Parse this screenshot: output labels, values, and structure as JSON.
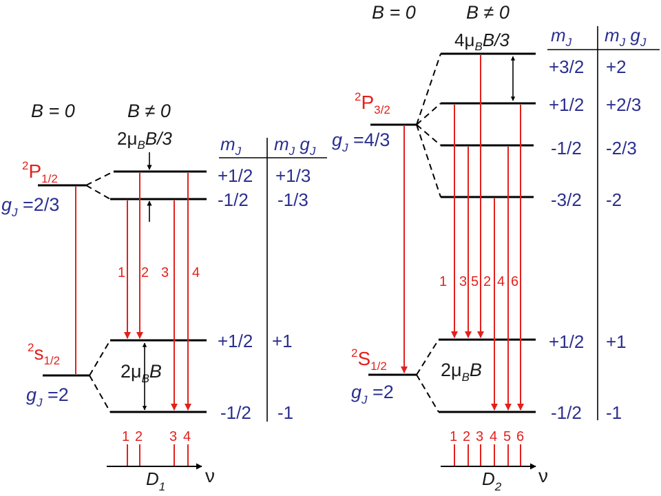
{
  "colors": {
    "transition": "#e3201b",
    "quantum_labels": "#2b2f8f",
    "levels": "#000000"
  },
  "left": {
    "b0": "B = 0",
    "bne": "B ≠ 0",
    "split_upper": {
      "pre": "2μ",
      "sub": "B",
      "post": "B/3"
    },
    "upper_state": {
      "sup": "2",
      "main": "P",
      "sub": "1/2"
    },
    "upper_g": {
      "g": "g",
      "sub": "J",
      "val": " =2/3"
    },
    "lower_state": {
      "sup": "2",
      "main": "s",
      "sub": "1/2"
    },
    "lower_g": {
      "g": "g",
      "sub": "J",
      "val": " =2"
    },
    "split_lower": {
      "pre": "2μ",
      "sub": "B",
      "post": "B"
    },
    "col_mj": {
      "m": "m",
      "sub": "J"
    },
    "col_mjgj": {
      "m": "m",
      "sub1": "J",
      "g": " g",
      "sub2": "J"
    },
    "mj": [
      "+1/2",
      "-1/2",
      "+1/2",
      "-1/2"
    ],
    "mjgj": [
      "+1/3",
      "-1/3",
      "+1",
      "-1"
    ],
    "transition_labels": [
      "1",
      "2",
      "3",
      "4"
    ],
    "spectrum_labels": [
      "1",
      "2",
      "3",
      "4"
    ],
    "line_name": {
      "main": "D",
      "sub": "1"
    },
    "nu": "ν"
  },
  "right": {
    "b0": "B = 0",
    "bne": "B ≠ 0",
    "split_upper": {
      "pre": "4μ",
      "sub": "B",
      "post": "B/3"
    },
    "upper_state": {
      "sup": "2",
      "main": "P",
      "sub": "3/2"
    },
    "upper_g": {
      "g": "g",
      "sub": "J",
      "val": " =4/3"
    },
    "lower_state": {
      "sup": "2",
      "main": "S",
      "sub": "1/2"
    },
    "lower_g": {
      "g": "g",
      "sub": "J",
      "val": " =2"
    },
    "split_lower": {
      "pre": "2μ",
      "sub": "B",
      "post": "B"
    },
    "col_mj": {
      "m": "m",
      "sub": "J"
    },
    "col_mjgj": {
      "m": "m",
      "sub1": "J",
      "g": " g",
      "sub2": "J"
    },
    "mj": [
      "+3/2",
      "+1/2",
      "-1/2",
      "-3/2",
      "+1/2",
      "-1/2"
    ],
    "mjgj": [
      "+2",
      "+2/3",
      "-2/3",
      "-2",
      "+1",
      "-1"
    ],
    "transition_labels": [
      "1",
      "3",
      "5",
      "2",
      "4",
      "6"
    ],
    "spectrum_labels": [
      "1",
      "2",
      "3",
      "4",
      "5",
      "6"
    ],
    "line_name": {
      "main": "D",
      "sub": "2"
    },
    "nu": "ν"
  }
}
